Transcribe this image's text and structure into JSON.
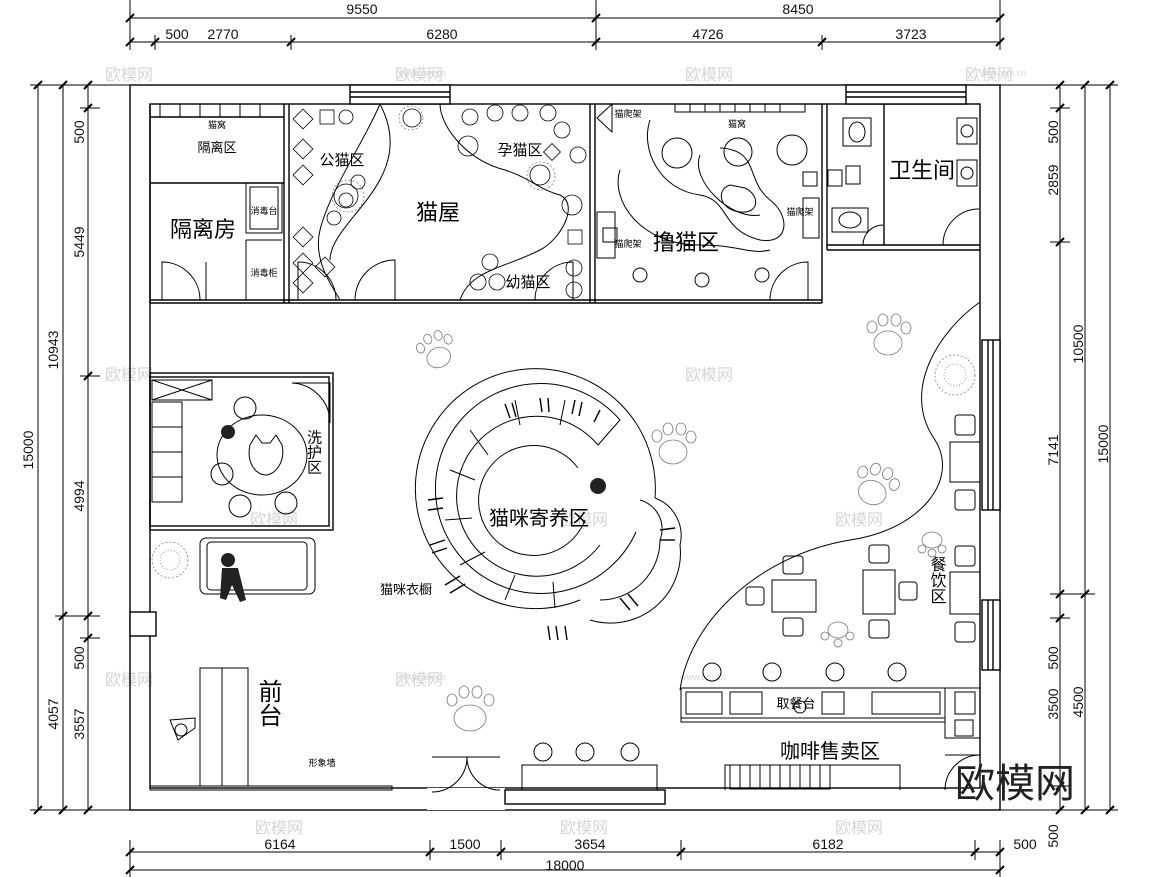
{
  "dimensions": {
    "top_outer": [
      "9550",
      "8450"
    ],
    "top_inner": [
      "500",
      "2770",
      "6280",
      "4726",
      "3723"
    ],
    "bottom_inner": [
      "6164",
      "1500",
      "3654",
      "6182",
      "500"
    ],
    "bottom_total": "18000",
    "left_outer": [
      "15000"
    ],
    "left_mid": [
      "10943",
      "4057"
    ],
    "left_inner": [
      "500",
      "5449",
      "4994",
      "500",
      "3557"
    ],
    "right_outer": [
      "15000"
    ],
    "right_mid": [
      "10500",
      "4500"
    ],
    "right_inner": [
      "500",
      "2859",
      "7141",
      "500",
      "3500",
      "500"
    ]
  },
  "rooms": {
    "isolation_area": "隔离区",
    "isolation_room": "隔离房",
    "cat_nest_1": "猫窝",
    "cat_nest_2": "猫窝",
    "disinfection_station": "消毒台",
    "disinfection_cabinet": "消毒柜",
    "male_cat_area": "公猫区",
    "pregnant_cat_area": "孕猫区",
    "cat_house": "猫屋",
    "kitten_area": "幼猫区",
    "cat_climb_1": "猫爬架",
    "cat_climb_2": "猫爬架",
    "cat_climb_3": "猫爬架",
    "petting_area": "撸猫区",
    "restroom": "卫生间",
    "washing_area": "洗护区",
    "boarding_area": "猫咪寄养区",
    "cat_wardrobe": "猫咪衣橱",
    "dining_area": "餐饮区",
    "pickup_counter": "取餐台",
    "coffee_area": "咖啡售卖区",
    "front_desk": "前台",
    "image_wall": "形象墙"
  },
  "watermark": {
    "brand": "欧模网",
    "url": "www.om.cn"
  }
}
